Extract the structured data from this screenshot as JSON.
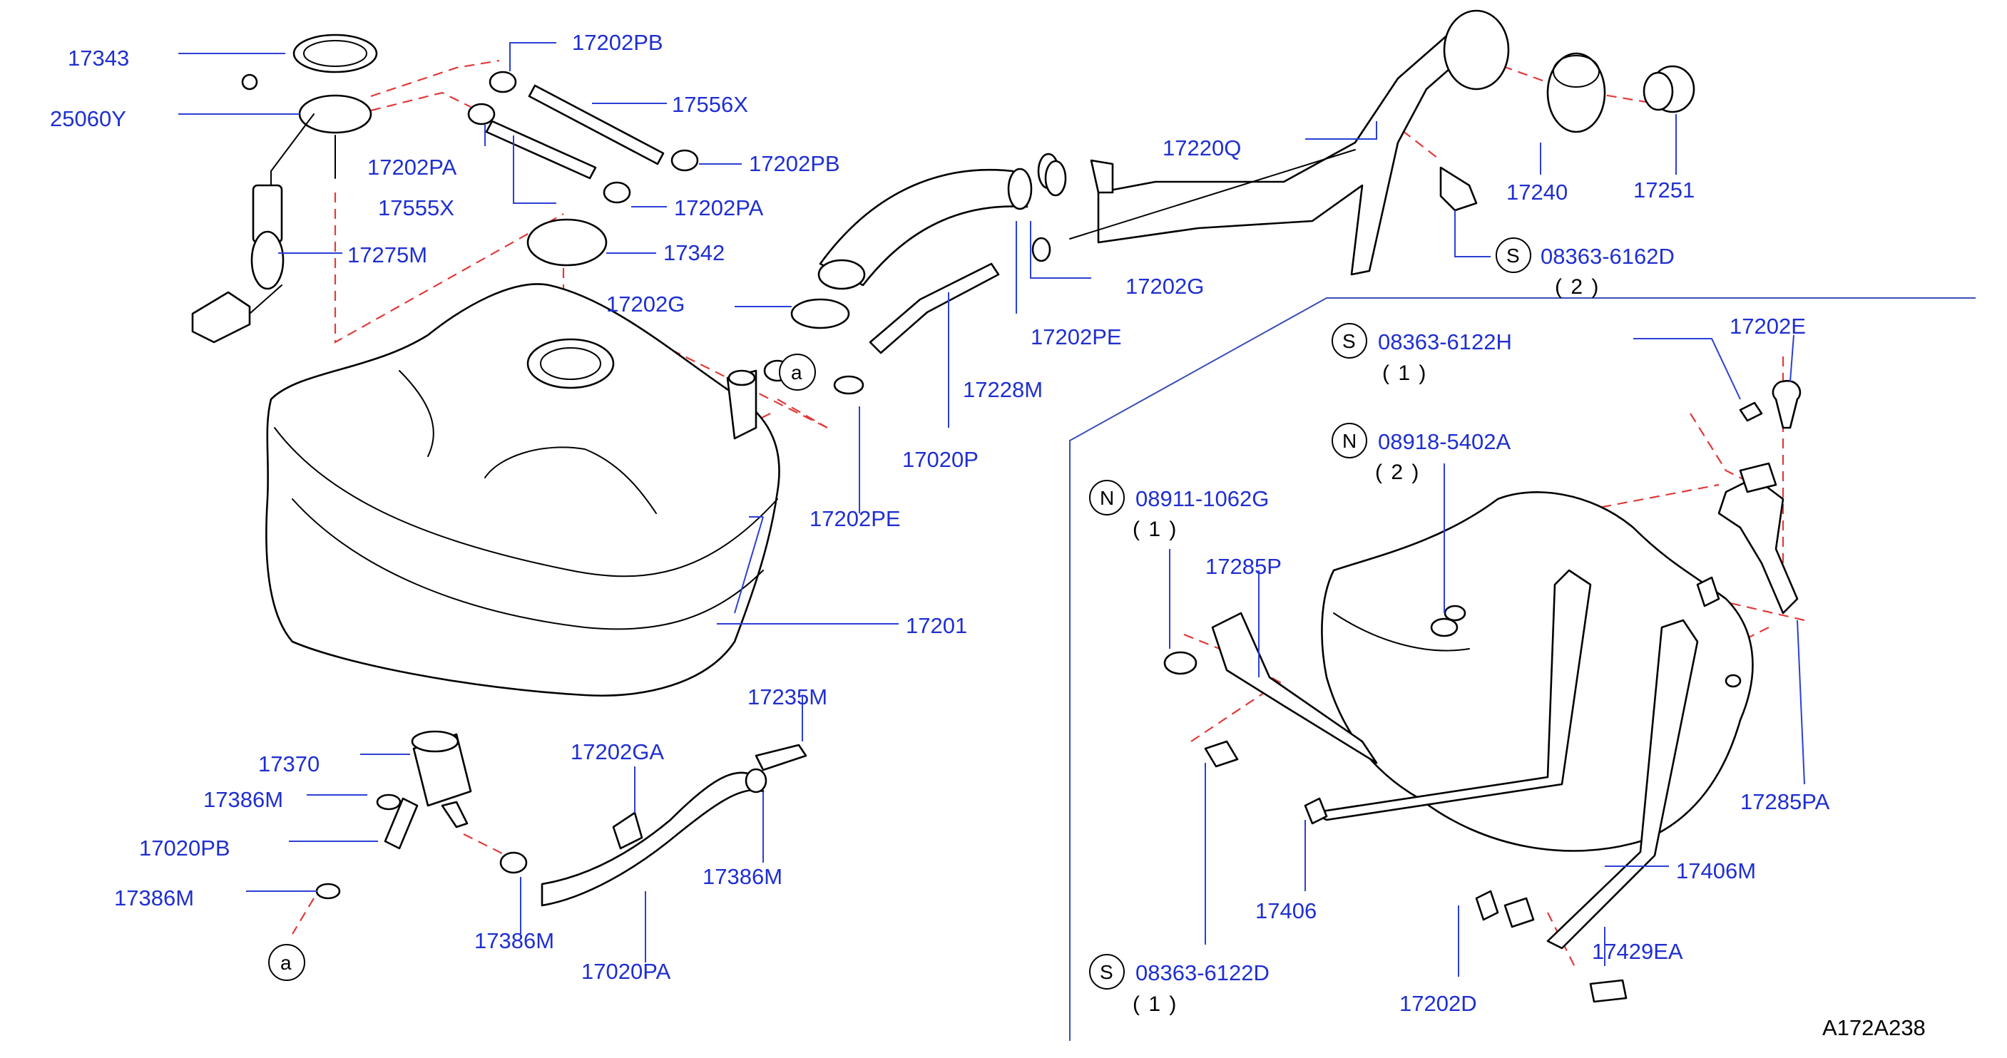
{
  "labels": {
    "p17343": "17343",
    "p25060Y": "25060Y",
    "p17202PB_1": "17202PB",
    "p17556X": "17556X",
    "p17202PA_1": "17202PA",
    "p17202PB_2": "17202PB",
    "p17555X": "17555X",
    "p17202PA_2": "17202PA",
    "p17275M": "17275M",
    "p17342": "17342",
    "p17202G_1": "17202G",
    "p17220Q": "17220Q",
    "p17240": "17240",
    "p17251": "17251",
    "p17202G_2": "17202G",
    "p17202PE_1": "17202PE",
    "p17228M": "17228M",
    "p17020P": "17020P",
    "p17202PE_2": "17202PE",
    "p17201": "17201",
    "p17235M": "17235M",
    "p17370": "17370",
    "p17386M_1": "17386M",
    "p17020PB": "17020PB",
    "p17386M_2": "17386M",
    "p17202GA": "17202GA",
    "p17386M_3": "17386M",
    "p17386M_4": "17386M",
    "p17020PA": "17020PA",
    "p08363_6162D": "08363-6162D",
    "p17202E": "17202E",
    "p08363_6122H": "08363-6122H",
    "p08918_5402A": "08918-5402A",
    "p08911_1062G": "08911-1062G",
    "p17285P": "17285P",
    "p17285PA": "17285PA",
    "p17406M": "17406M",
    "p17406": "17406",
    "p17429EA": "17429EA",
    "p17202D": "17202D",
    "p08363_6122D": "08363-6122D"
  },
  "quantities": {
    "q6162D": "( 2 )",
    "q6122H": "( 1 )",
    "q5402A": "( 2 )",
    "q1062G": "( 1 )",
    "q6122D": "( 1 )"
  },
  "prefixes": {
    "s_6162D": "S",
    "s_6122H": "S",
    "n_5402A": "N",
    "n_1062G": "N",
    "s_6122D": "S"
  },
  "callouts": {
    "a_top": "a",
    "a_bottom": "a"
  },
  "reference_code": "A172A238",
  "colors": {
    "label_blue": "#1f2fd0",
    "leader_blue": "#2b3fd6",
    "dash_red": "#e23a3a",
    "outline_black": "#000000"
  }
}
